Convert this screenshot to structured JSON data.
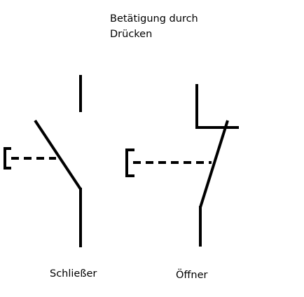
{
  "caption": {
    "line1": "Betätigung durch",
    "line2": "Drücken"
  },
  "symbols": [
    {
      "label": "Schließer"
    },
    {
      "label": "Öffner"
    }
  ],
  "colors": {
    "stroke": "#000000",
    "background": "#ffffff"
  }
}
